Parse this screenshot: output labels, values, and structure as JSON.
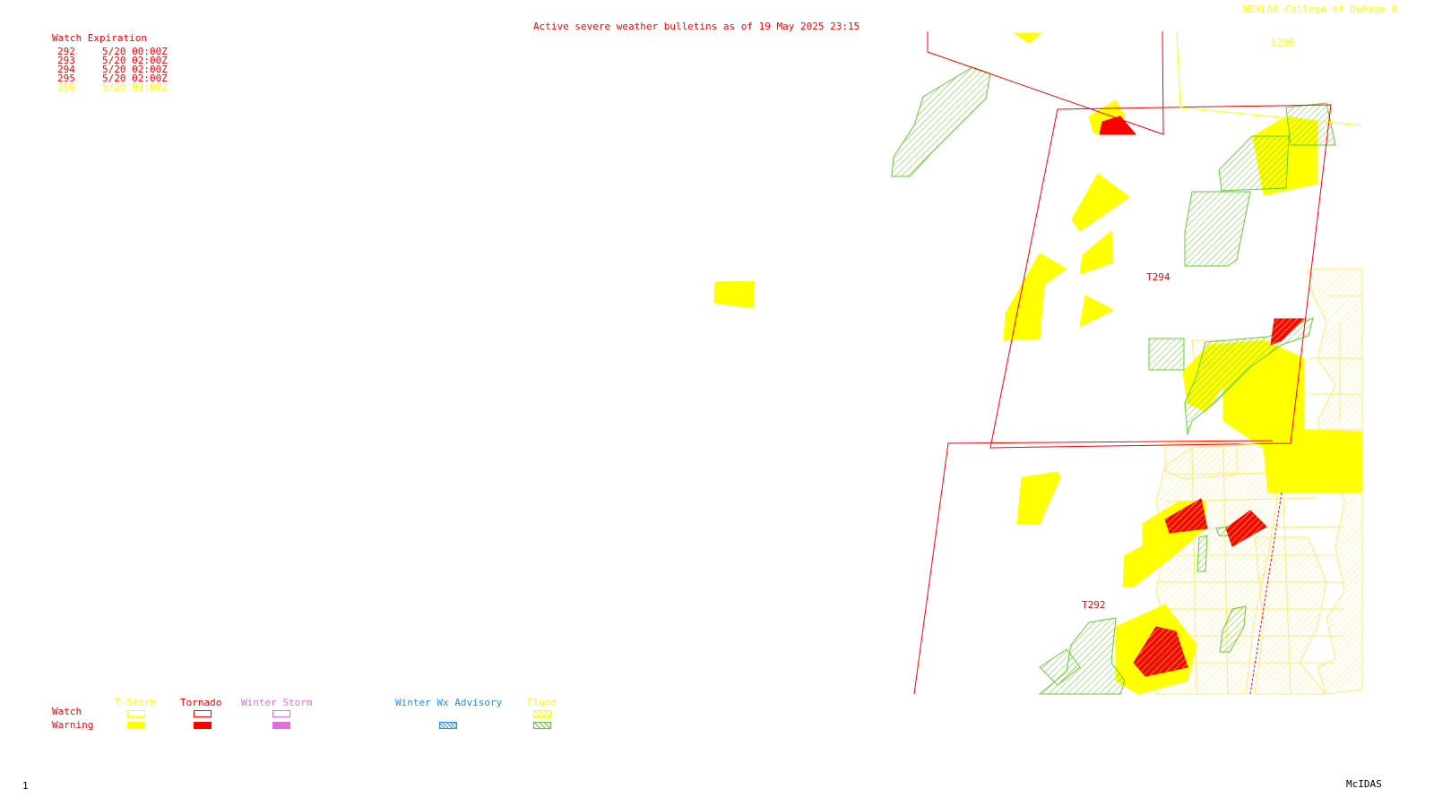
{
  "header": {
    "title": "Active severe weather bulletins as of 19 May 2025 23:15",
    "credit": "NEXLAB-College of DuPage R"
  },
  "watch_table": {
    "heading": "Watch Expiration",
    "rows": [
      {
        "id": "292",
        "time": "5/20 00:00Z",
        "color": "#ff0000"
      },
      {
        "id": "293",
        "time": "5/20 02:00Z",
        "color": "#ff0000"
      },
      {
        "id": "294",
        "time": "5/20 02:00Z",
        "color": "#ff0000"
      },
      {
        "id": "295",
        "time": "5/20 02:00Z",
        "color": "#ff0000"
      },
      {
        "id": "296",
        "time": "5/20 03:00Z",
        "color": "#ffff00"
      }
    ]
  },
  "map_labels": {
    "t294": "T294",
    "t292": "T292",
    "s296": "S296"
  },
  "legend": {
    "row_watch": "Watch",
    "row_warning": "Warning",
    "tstorm": "T-Storm",
    "tornado": "Tornado",
    "winter_storm": "Winter Storm",
    "winter_advisory": "Winter Wx Advisory",
    "flood": "Flood"
  },
  "colors": {
    "tornado": "#ff0000",
    "tstorm": "#ffff00",
    "flood": "#66cc33",
    "winter_storm": "#e070e0",
    "winter_advisory": "#1e90ff"
  },
  "footer": {
    "frame": "1",
    "software": "McIDAS"
  }
}
